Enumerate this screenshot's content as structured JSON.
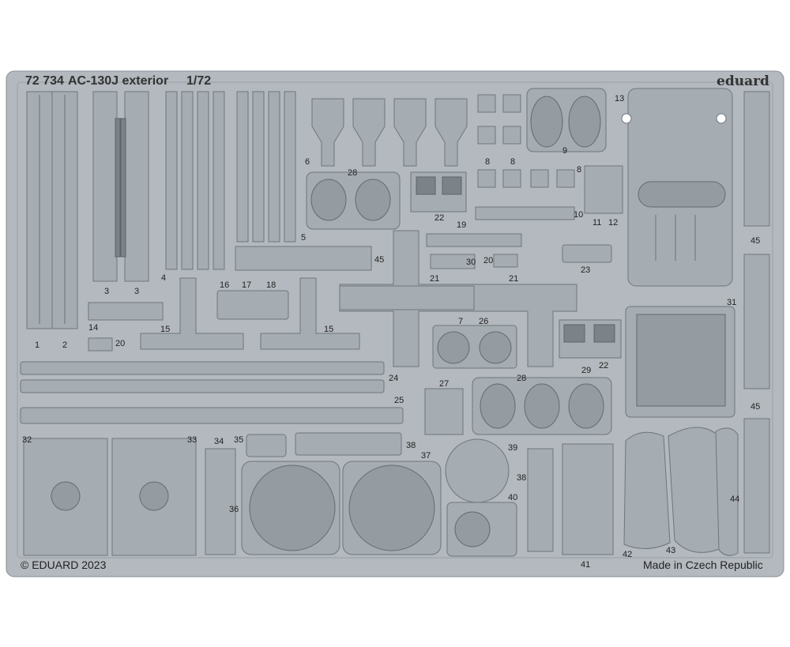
{
  "header": {
    "code": "72 734",
    "title": "AC-130J exterior",
    "scale": "1/72",
    "brand": "eduard"
  },
  "footer": {
    "copyright": "© EDUARD 2023",
    "origin": "Made in Czech Republic"
  },
  "part_numbers": {
    "p1": "1",
    "p2": "2",
    "p3a": "3",
    "p3b": "3",
    "p4": "4",
    "p5": "5",
    "p6": "6",
    "p7": "7",
    "p8a": "8",
    "p8b": "8",
    "p8c": "8",
    "p9": "9",
    "p10": "10",
    "p11": "11",
    "p12": "12",
    "p13": "13",
    "p14": "14",
    "p15a": "15",
    "p15b": "15",
    "p16": "16",
    "p17": "17",
    "p18": "18",
    "p19": "19",
    "p20a": "20",
    "p20b": "20",
    "p21a": "21",
    "p21b": "21",
    "p22a": "22",
    "p22b": "22",
    "p23": "23",
    "p24": "24",
    "p25": "25",
    "p26": "26",
    "p27": "27",
    "p28a": "28",
    "p28b": "28",
    "p29": "29",
    "p30": "30",
    "p31": "31",
    "p32": "32",
    "p33": "33",
    "p34": "34",
    "p35": "35",
    "p36": "36",
    "p37": "37",
    "p38a": "38",
    "p38b": "38",
    "p39": "39",
    "p40": "40",
    "p41": "41",
    "p42": "42",
    "p43": "43",
    "p44": "44",
    "p45a": "45",
    "p45b": "45",
    "p45c": "45"
  }
}
